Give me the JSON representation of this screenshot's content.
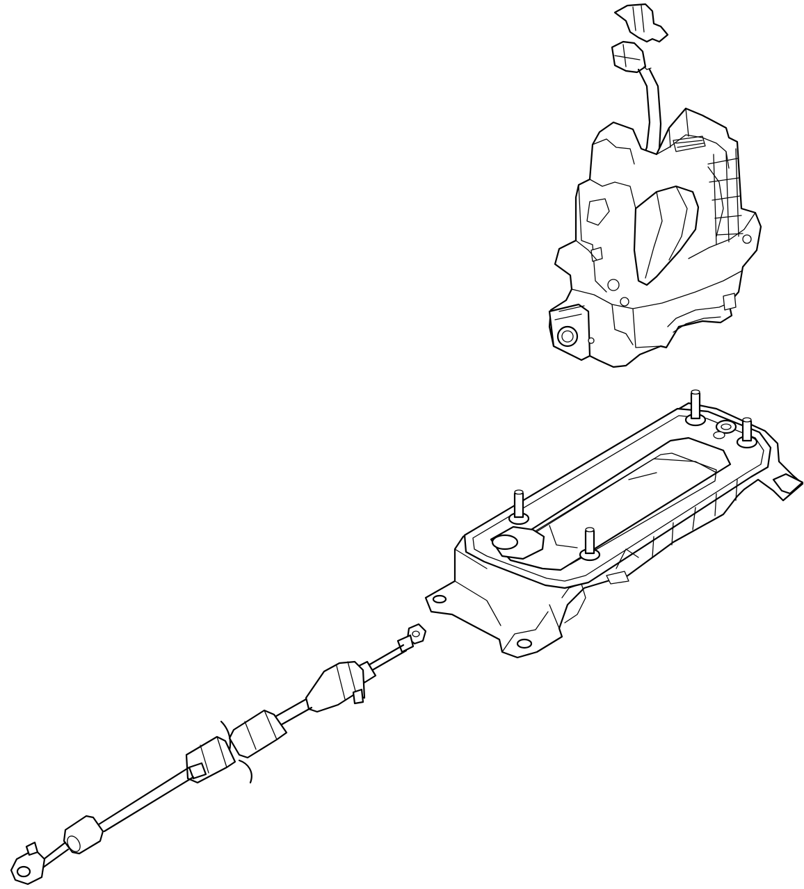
{
  "diagram": {
    "type": "exploded parts illustration",
    "line_color": "#000000",
    "background_color": "#ffffff",
    "parts": [
      {
        "id": "shifter-assembly",
        "kind": "gear shift lever assembly"
      },
      {
        "id": "shifter-base",
        "kind": "shifter mounting bracket"
      },
      {
        "id": "shift-cable",
        "kind": "shift control cable"
      }
    ]
  }
}
